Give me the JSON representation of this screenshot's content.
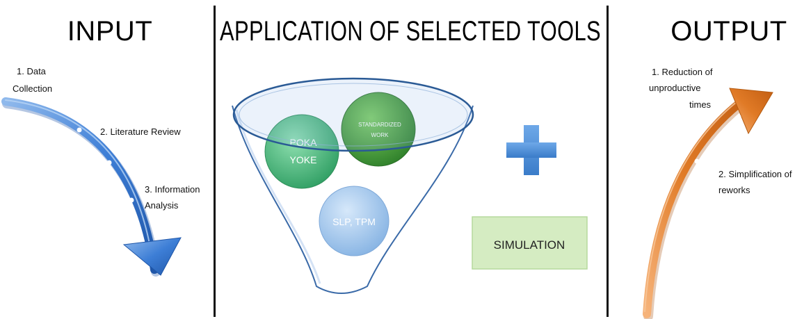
{
  "input": {
    "title": "INPUT",
    "steps": [
      {
        "line1": "1. Data",
        "line2": "Collection"
      },
      {
        "line1": "2. Literature Review"
      },
      {
        "line1": "3. Information",
        "line2": "Analysis"
      }
    ],
    "arrow_color": "#3d7ed6"
  },
  "application": {
    "title": "APPLICATION OF SELECTED TOOLS",
    "tools": [
      {
        "line1": "POKA",
        "line2": "YOKE",
        "color": "#3fb87a"
      },
      {
        "line1": "STANDARDIZED",
        "line2": "WORK",
        "color": "#3f9a3a"
      },
      {
        "line1": "SLP, TPM",
        "color": "#9cc4ea"
      }
    ],
    "plus_color": "#4a8fd8",
    "simulation_label": "SIMULATION",
    "simulation_color": "#d5ecc2"
  },
  "output": {
    "title": "OUTPUT",
    "items": [
      {
        "line1": "1. Reduction of",
        "line2": "unproductive",
        "line3": "times"
      },
      {
        "line1": "2. Simplification of",
        "line2": "reworks"
      }
    ],
    "arrow_color": "#e07a26"
  }
}
